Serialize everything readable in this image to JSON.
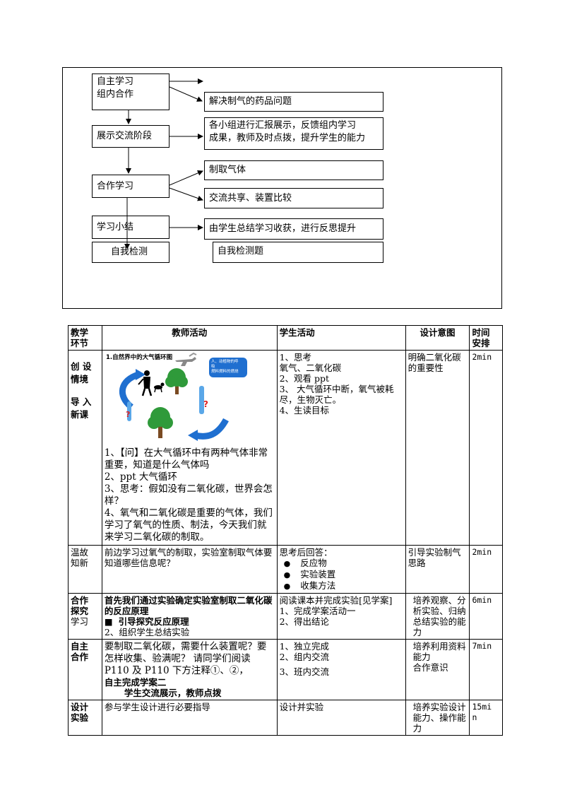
{
  "flowchart": {
    "left": {
      "self_study": [
        "自主学习",
        "组内合作"
      ],
      "display": "展示交流阶段",
      "coop": "合作学习",
      "summary": "学习小结",
      "check": "自我检测"
    },
    "right": {
      "solve": "解决制气的药品问题",
      "report": [
        "各小组进行汇报展示，反馈组内学习",
        "成果，教师及时点拨，提升学生的能力"
      ],
      "make_gas": "制取气体",
      "share": "交流共享、装置比较",
      "reflect": "由学生总结学习收获，进行反思提升",
      "check_q": "自我检测题"
    }
  },
  "table": {
    "headers": {
      "stage": [
        "教学",
        "环节"
      ],
      "teacher": "教师活动",
      "student": "学生活动",
      "intent": "设计意图",
      "time": [
        "时间",
        "安排"
      ]
    },
    "row1": {
      "stage": [
        "创 设",
        "情境",
        "导 入",
        "新课"
      ],
      "image_title": "1.自然界中的大气循环图",
      "image_bubble": [
        "人、动植物的呼",
        "吸",
        "燃料燃料的燃烧"
      ],
      "image_q1": "?",
      "image_q2": "?",
      "teacher": [
        "1、【问】在大气循环中有两种气体非常重要，知道是什么气体吗",
        "2、ppt 大气循环",
        "3、思考：假如没有二氧化碳，世界会怎样？",
        "4、氧气和二氧化碳是重要的气体，我们学习了氧气的性质、制法，今天我们就来学习二氧化碳的制取。"
      ],
      "student": [
        "1、思考",
        "氧气、二氧化碳",
        "2、观看 ppt",
        "3、  大气循环中断，氧气被耗尽，生物灭亡。",
        "4、生读目标"
      ],
      "intent": "明确二氧化碳的重要性",
      "time": "2min"
    },
    "row2": {
      "stage": [
        "温故",
        "知新"
      ],
      "teacher": "前边学习过氧气的制取，实验室制取气体要知道哪些信息呢？",
      "student_intro": "思考后回答：",
      "student_bullets": [
        "反应物",
        "实验装置",
        "收集方法"
      ],
      "intent": "引导实验制气思路",
      "time": "2min"
    },
    "row3": {
      "stage": [
        "合作",
        "探究",
        "学习"
      ],
      "teacher_bold": "首先我们通过实验确定实验室制取二氧化碳的反应原理",
      "teacher_sq": "引导探究反应原理",
      "teacher_3": "2、组织学生总结实验",
      "student": [
        "阅读课本并完成实验[见学案]",
        "1、完成学案活动一",
        "2、得出结论"
      ],
      "intent": "培养观察、分析实验、归纳总结实验的能力",
      "time": "6min"
    },
    "row4": {
      "stage": [
        "自主",
        "合作"
      ],
      "teacher": "要制取二氧化碳，需要什么装置呢？要怎样收集、验满呢？ 请同学们阅读 P110 及 P110 下方注释①、②，",
      "teacher_bold1": "自主完成学案二",
      "teacher_bold2": "学生交流展示，教师点拨",
      "student": [
        "1、独立完成",
        "2、组内交流",
        "3、班内交流"
      ],
      "intent": [
        "培养利用资料能力",
        "合作意识"
      ],
      "time": "7min"
    },
    "row5": {
      "stage": [
        "设计",
        "实验"
      ],
      "teacher": "参与学生设计进行必要指导",
      "student": "设计并实验",
      "intent": "培养实验设计能力、操作能力",
      "time": [
        "15mi",
        "n"
      ]
    }
  },
  "colors": {
    "border": "#000000",
    "arrow_blue": "#1f6fd0",
    "tree_green": "#2f9a3a",
    "trunk_brown": "#7a4a22"
  }
}
